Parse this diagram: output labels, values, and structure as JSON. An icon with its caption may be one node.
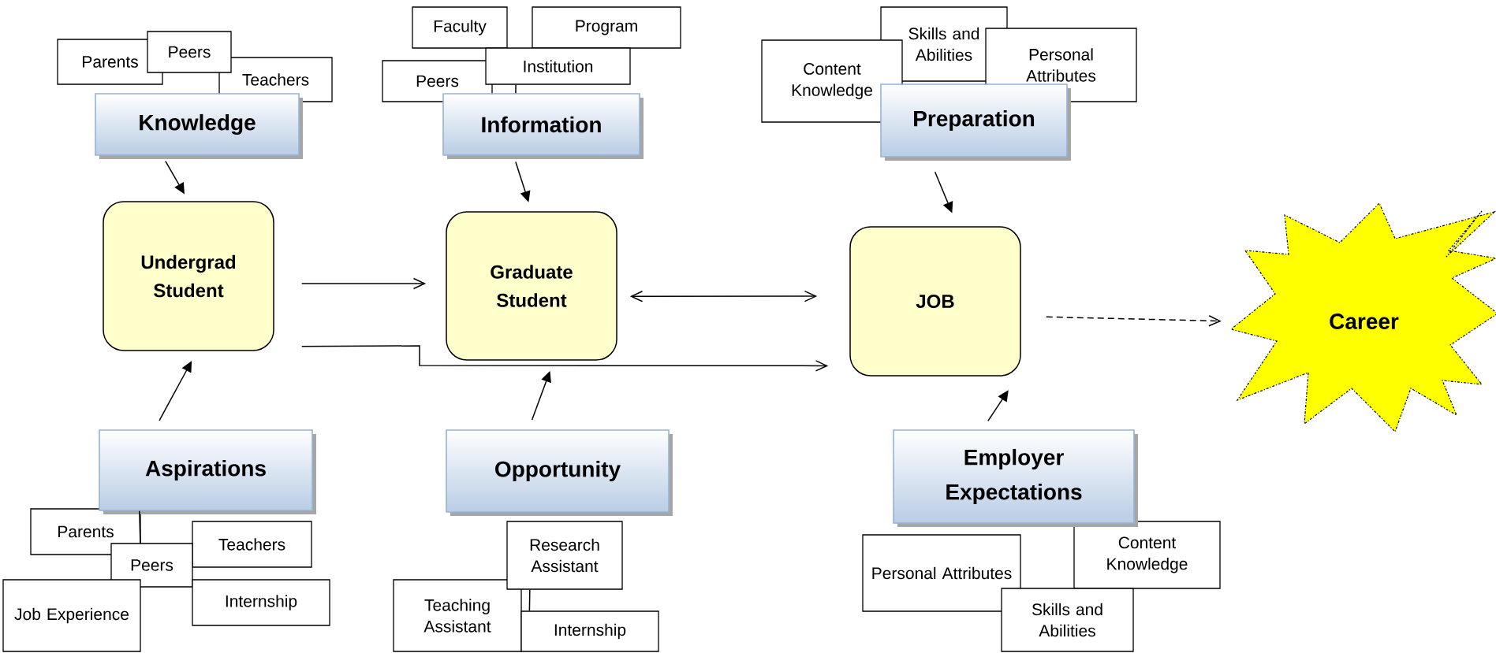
{
  "diagram": {
    "nodes": [
      {
        "text": [
          "Parents"
        ]
      },
      {
        "text": [
          "Peers"
        ]
      },
      {
        "text": [
          "Teachers"
        ]
      },
      {
        "text": [
          "Knowledge"
        ]
      },
      {
        "text": [
          "Faculty"
        ]
      },
      {
        "text": [
          "Program"
        ]
      },
      {
        "text": [
          "Peers"
        ]
      },
      {
        "text": [
          "Institution"
        ]
      },
      {
        "text": [
          "Information"
        ]
      },
      {
        "text": [
          "Content Knowledge"
        ]
      },
      {
        "text": [
          "Skills and Abilities"
        ]
      },
      {
        "text": [
          "Personal Attributes"
        ]
      },
      {
        "text": [
          "Preparation"
        ]
      },
      {
        "text": [
          "Undergrad Student"
        ]
      },
      {
        "text": [
          "Graduate Student"
        ]
      },
      {
        "text": [
          "JOB"
        ]
      },
      {
        "text": [
          "Career"
        ]
      },
      {
        "text": [
          "Aspirations"
        ]
      },
      {
        "text": [
          "Parents"
        ]
      },
      {
        "text": [
          "Teachers"
        ]
      },
      {
        "text": [
          "Peers"
        ]
      },
      {
        "text": [
          "Job Experience"
        ]
      },
      {
        "text": [
          "Internship"
        ]
      },
      {
        "text": [
          "Opportunity"
        ]
      },
      {
        "text": [
          "Research Assistant"
        ]
      },
      {
        "text": [
          "Teaching Assistant"
        ]
      },
      {
        "text": [
          "Internship"
        ]
      },
      {
        "text": [
          "Employer Expectations"
        ]
      },
      {
        "text": [
          "Personal Attributes"
        ]
      },
      {
        "text": [
          "Content Knowledge"
        ]
      },
      {
        "text": [
          "Skills and Abilities"
        ]
      }
    ],
    "edges": [
      {
        "from": 3,
        "to": 13,
        "arrow": "to"
      },
      {
        "from": 8,
        "to": 14,
        "arrow": "to"
      },
      {
        "from": 12,
        "to": 15,
        "arrow": "to"
      },
      {
        "from": 13,
        "to": 14,
        "arrow": "to"
      },
      {
        "from": 14,
        "to": 15,
        "arrow": "both"
      },
      {
        "from": 13,
        "to": 15,
        "arrow": "to"
      },
      {
        "from": 15,
        "to": 16,
        "arrow": "to",
        "style": "dashed"
      },
      {
        "from": 17,
        "to": 13,
        "arrow": "to"
      },
      {
        "from": 23,
        "to": 14,
        "arrow": "to"
      },
      {
        "from": 27,
        "to": 15,
        "arrow": "to"
      },
      {
        "from": 7,
        "to": 8,
        "arrow": "none"
      },
      {
        "from": 17,
        "to": 20,
        "arrow": "none"
      },
      {
        "from": 24,
        "to": 26,
        "arrow": "none"
      }
    ]
  }
}
